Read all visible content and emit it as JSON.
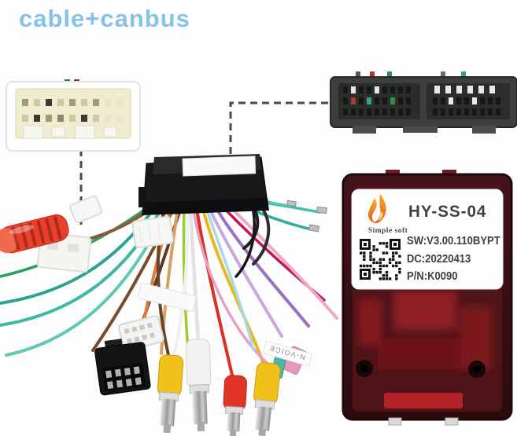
{
  "title": "cable+canbus",
  "canbus_box": {
    "brand": "Simple soft",
    "model": "HY-SS-04",
    "software_line": "SW:V3.00.110BYPT",
    "date_line": "DC:20220413",
    "part_line": "P/N:K0090"
  },
  "wire_flag_label": "N-VOICE",
  "colors": {
    "title_blue": "#86c3e5",
    "box_maroon": "#3c1014",
    "box_bright_red": "#c0242a",
    "rca_yellow": "#f0c11a",
    "rca_red": "#e03428",
    "rca_white": "#f2f2f0",
    "flame_orange": "#f6a21c",
    "wire_teal": "#2fae9e"
  }
}
